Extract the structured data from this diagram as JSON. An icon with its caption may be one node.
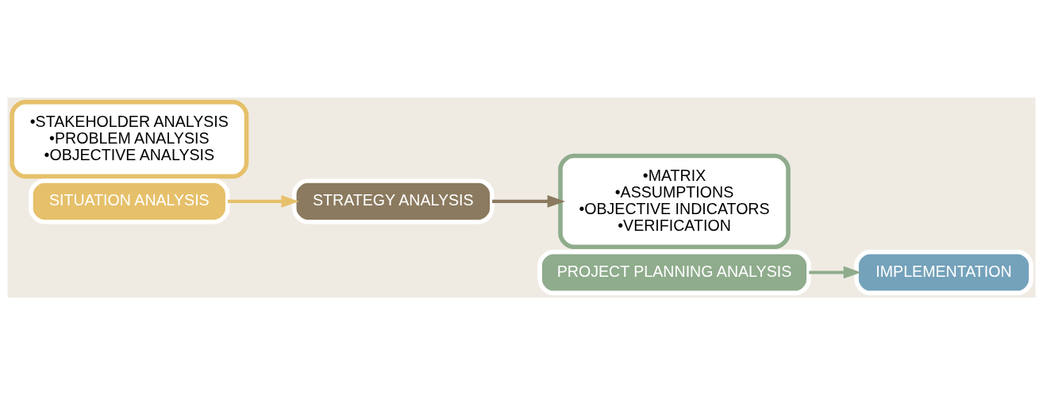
{
  "diagram": {
    "nodes": [
      {
        "text": [
          "•STAKEHOLDER ANALYSIS",
          "•PROBLEM ANALYSIS",
          "•OBJECTIVE ANALYSIS"
        ]
      },
      {
        "text": [
          "SITUATION ANALYSIS"
        ]
      },
      {
        "text": [
          "STRATEGY ANALYSIS"
        ]
      },
      {
        "text": [
          "•MATRIX",
          "•ASSUMPTIONS",
          "•OBJECTIVE INDICATORS",
          "•VERIFICATION"
        ]
      },
      {
        "text": [
          "PROJECT PLANNING ANALYSIS"
        ]
      },
      {
        "text": [
          "IMPLEMENTATION"
        ]
      }
    ],
    "edges": [
      {
        "from": 1,
        "to": 2,
        "arrow": "to",
        "color": "#e6c06a"
      },
      {
        "from": 2,
        "to": 3,
        "arrow": "to",
        "color": "#8b7a5f"
      },
      {
        "from": 4,
        "to": 5,
        "arrow": "to",
        "color": "#8fac8c"
      }
    ]
  }
}
